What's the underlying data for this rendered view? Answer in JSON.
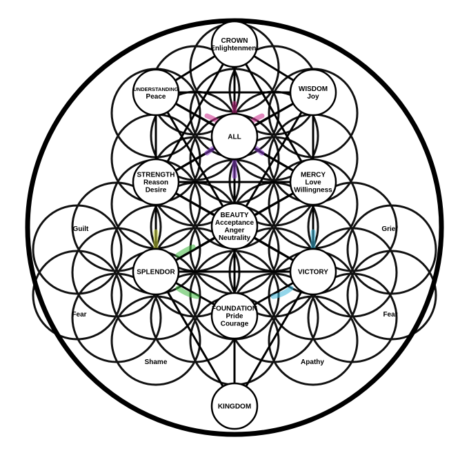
{
  "nodes": {
    "crown": {
      "title": "CROWN",
      "lines": [
        "Enlightenment"
      ]
    },
    "understanding": {
      "title": "UNDERSTANDING",
      "lines": [
        "Peace"
      ]
    },
    "wisdom": {
      "title": "WISDOM",
      "lines": [
        "Joy"
      ]
    },
    "all": {
      "title": "ALL",
      "lines": []
    },
    "strength": {
      "title": "STRENGTH",
      "lines": [
        "Reason",
        "Desire"
      ]
    },
    "mercy": {
      "title": "MERCY",
      "lines": [
        "Love",
        "Willingness"
      ]
    },
    "beauty": {
      "title": "BEAUTY",
      "lines": [
        "Acceptance",
        "Anger",
        "Neutrality"
      ]
    },
    "splendor": {
      "title": "SPLENDOR",
      "lines": []
    },
    "victory": {
      "title": "VICTORY",
      "lines": []
    },
    "foundation": {
      "title": "FOUNDATION",
      "lines": [
        "Pride",
        "Courage"
      ]
    },
    "kingdom": {
      "title": "KINGDOM",
      "lines": []
    }
  },
  "regions": {
    "guilt": "Guilt",
    "grief": "Grief",
    "fear_left": "Fear",
    "fear_right": "Fear",
    "shame": "Shame",
    "apathy": "Apathy"
  },
  "colors": {
    "stroke": "#000000",
    "background": "#ffffff",
    "glow_magenta": "#cc2a8a",
    "glow_purple": "#8a3fc8",
    "glow_green": "#3fb83f",
    "glow_yellow": "#c8d23a",
    "glow_cyan": "#3ab4d8"
  }
}
